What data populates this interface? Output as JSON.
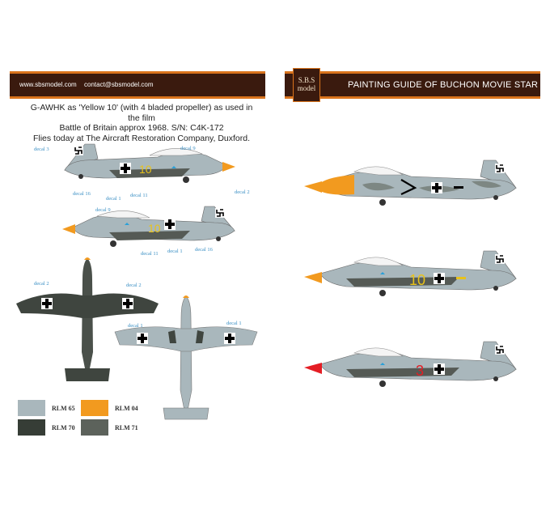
{
  "header": {
    "website": "www.sbsmodel.com",
    "email": "contact@sbsmodel.com",
    "logo_line1": "S.B.S",
    "logo_line2": "model",
    "guide_title": "PAINTING GUIDE OF BUCHON MOVIE STAR"
  },
  "description": {
    "line1": "G-AWHK as 'Yellow 10' (with 4 bladed propeller) as used in the film",
    "line2": "Battle of Britain approx 1968. S/N: C4K-172",
    "line3": "Flies today at The Aircraft Restoration Company, Duxford."
  },
  "decals": {
    "d3": "decal 3",
    "d9": "decal 9",
    "d16": "decal 16",
    "d1": "decal 1",
    "d11": "decal 11",
    "d2": "decal 2"
  },
  "aircraft_markings": {
    "yellow_number": "10",
    "red_number": "3"
  },
  "legend": [
    {
      "label": "RLM 65",
      "color": "#a9b7bc"
    },
    {
      "label": "RLM 04",
      "color": "#f29a1f"
    },
    {
      "label": "RLM 70",
      "color": "#363d36"
    },
    {
      "label": "RLM 71",
      "color": "#5c625b"
    }
  ],
  "colors": {
    "header_bg": "#3a1a0e",
    "header_stripe": "#d9731c",
    "decal_label": "#3a8fc4"
  }
}
